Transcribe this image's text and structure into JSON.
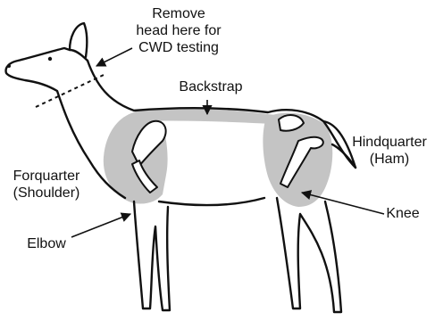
{
  "labels": {
    "remove_head": [
      "Remove",
      "head here for",
      "CWD testing"
    ],
    "backstrap": "Backstrap",
    "hindquarter": [
      "Hindquarter",
      "(Ham)"
    ],
    "forquarter": [
      "Forquarter",
      "(Shoulder)"
    ],
    "elbow": "Elbow",
    "knee": "Knee"
  },
  "colors": {
    "outline": "#111111",
    "highlight": "#c4c4c4",
    "bone_fill": "#ffffff",
    "background": "#ffffff"
  }
}
